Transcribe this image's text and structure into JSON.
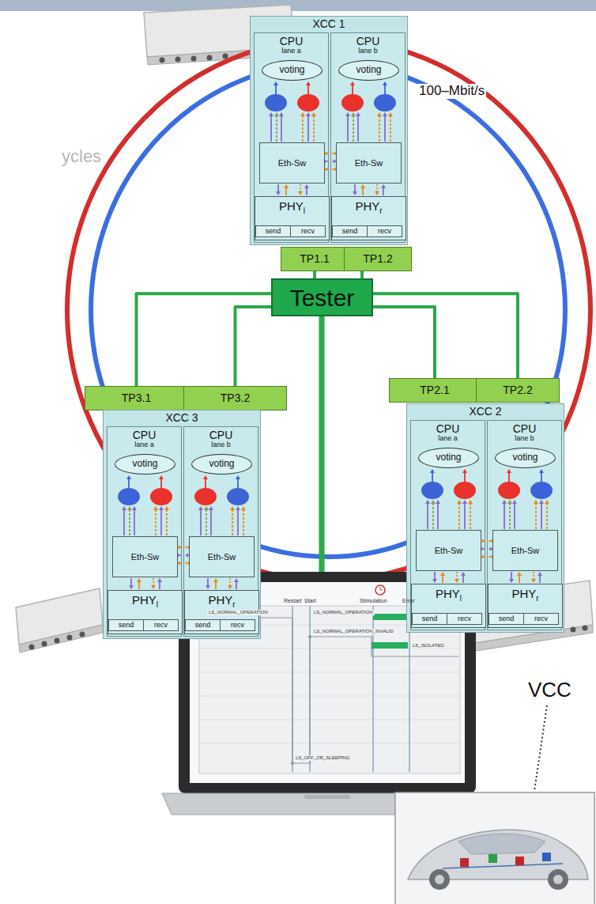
{
  "diagram": {
    "nodes": [
      {
        "text": [
          "XCC 1"
        ]
      },
      {
        "text": [
          "CPU",
          "lane a"
        ],
        "in": 0
      },
      {
        "text": [
          "voting"
        ],
        "in": 1
      },
      {
        "text": [
          "Eth-Sw"
        ],
        "in": 1
      },
      {
        "text": [
          "PHY",
          "l"
        ],
        "in": 1
      },
      {
        "text": [
          "send"
        ],
        "in": 4
      },
      {
        "text": [
          "recv"
        ],
        "in": 4
      },
      {
        "text": [
          "CPU",
          "lane b"
        ],
        "in": 0
      },
      {
        "text": [
          "voting"
        ],
        "in": 7
      },
      {
        "text": [
          "Eth-Sw"
        ],
        "in": 7
      },
      {
        "text": [
          "PHY",
          "r"
        ],
        "in": 7
      },
      {
        "text": [
          "send"
        ],
        "in": 10
      },
      {
        "text": [
          "recv"
        ],
        "in": 10
      },
      {
        "text": [
          "TP1.1"
        ]
      },
      {
        "text": [
          "TP1.2"
        ]
      },
      {
        "text": [
          "Tester"
        ]
      },
      {
        "text": [
          "TP2.1"
        ]
      },
      {
        "text": [
          "TP2.2"
        ]
      },
      {
        "text": [
          "TP3.1"
        ]
      },
      {
        "text": [
          "TP3.2"
        ]
      },
      {
        "text": [
          "XCC 3"
        ]
      },
      {
        "text": [
          "CPU",
          "lane a"
        ],
        "in": 20
      },
      {
        "text": [
          "voting"
        ],
        "in": 21
      },
      {
        "text": [
          "Eth-Sw"
        ],
        "in": 21
      },
      {
        "text": [
          "PHY",
          "l"
        ],
        "in": 21
      },
      {
        "text": [
          "send"
        ],
        "in": 24
      },
      {
        "text": [
          "recv"
        ],
        "in": 24
      },
      {
        "text": [
          "CPU",
          "lane b"
        ],
        "in": 20
      },
      {
        "text": [
          "voting"
        ],
        "in": 27
      },
      {
        "text": [
          "Eth-Sw"
        ],
        "in": 27
      },
      {
        "text": [
          "PHY",
          "r"
        ],
        "in": 27
      },
      {
        "text": [
          "send"
        ],
        "in": 30
      },
      {
        "text": [
          "recv"
        ],
        "in": 30
      },
      {
        "text": [
          "XCC 2"
        ]
      },
      {
        "text": [
          "CPU",
          "lane a"
        ],
        "in": 33
      },
      {
        "text": [
          "voting"
        ],
        "in": 34
      },
      {
        "text": [
          "Eth-Sw"
        ],
        "in": 34
      },
      {
        "text": [
          "PHY",
          "l"
        ],
        "in": 34
      },
      {
        "text": [
          "send"
        ],
        "in": 37
      },
      {
        "text": [
          "recv"
        ],
        "in": 37
      },
      {
        "text": [
          "CPU",
          "lane b"
        ],
        "in": 33
      },
      {
        "text": [
          "voting"
        ],
        "in": 40
      },
      {
        "text": [
          "Eth-Sw"
        ],
        "in": 40
      },
      {
        "text": [
          "PHY",
          "r"
        ],
        "in": 40
      },
      {
        "text": [
          "send"
        ],
        "in": 43
      },
      {
        "text": [
          "recv"
        ],
        "in": 43
      }
    ],
    "edges": [
      {
        "from": 15,
        "to": 13,
        "arrow": "none"
      },
      {
        "from": 15,
        "to": 14,
        "arrow": "none"
      },
      {
        "from": 15,
        "to": 16,
        "arrow": "none"
      },
      {
        "from": 15,
        "to": 17,
        "arrow": "none"
      },
      {
        "from": 15,
        "to": 18,
        "arrow": "none"
      },
      {
        "from": 15,
        "to": 19,
        "arrow": "none"
      }
    ],
    "labels": [
      "ycles",
      "100–Mbit/s",
      "Restart",
      "Start",
      "Stimulation",
      "Error",
      "LS_NORMAL_OPERATION",
      "LS_NORMAL_OPERATION",
      "LS_NORMAL_OPERATION_INVALID",
      "LS_ISOLATED",
      "LS_OFF_OR_SLEEPING",
      "VCC"
    ]
  }
}
